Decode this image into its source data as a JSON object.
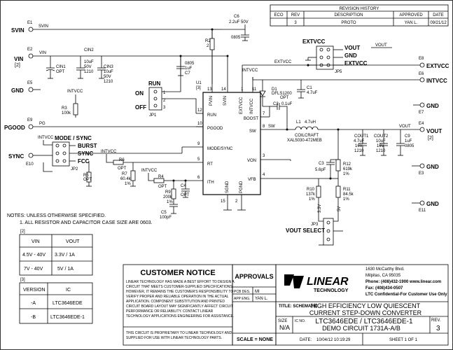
{
  "revision": {
    "title": "REVISION HISTORY",
    "headers": [
      "ECO",
      "REV",
      "DESCRIPTION",
      "APPROVED",
      "DATE"
    ],
    "row": [
      "",
      "3",
      "PROTO",
      "YAN L.",
      "09/21/12"
    ]
  },
  "ports": {
    "svin": "SVIN",
    "vin": "VIN",
    "vin_note": "[2]",
    "gnd_left": "GND",
    "pgood": "PGOOD",
    "sync": "SYNC",
    "extvcc": "EXTVCC",
    "intvcc": "INTVCC",
    "gnd_right1": "GND",
    "vout": "VOUT",
    "vout_note": "[2]",
    "gnd_right2": "GND",
    "gnd_right3": "GND"
  },
  "terminals": {
    "e1": "E1",
    "e2": "E2",
    "e5": "E5",
    "e9": "E9",
    "e10": "E10",
    "e8": "E8",
    "e6": "E6",
    "e7": "E7",
    "e4": "E4",
    "e3": "E3",
    "e11": "E11"
  },
  "nets": {
    "svin": "SVIN",
    "vin": "VIN",
    "pg": "PG",
    "intvcc": "INTVCC",
    "extvcc": "EXTVCC",
    "sw": "SW",
    "vout": "VOUT"
  },
  "parts": {
    "cin1": [
      "CIN1",
      "OPT"
    ],
    "cin2": [
      "CIN2",
      "10uF",
      "50V",
      "1210"
    ],
    "cin3": [
      "CIN3",
      "10uF",
      "50V",
      "1210"
    ],
    "r2": [
      "R2",
      "2"
    ],
    "c6": [
      "C6",
      "2.2uF",
      "50V",
      "0805"
    ],
    "c7": [
      "0805",
      "1uF",
      "C7"
    ],
    "r3": [
      "R3",
      "100k"
    ],
    "run": "RUN",
    "on": "ON",
    "off": "OFF",
    "jp1": "JP1",
    "u1": [
      "U1",
      "[3]"
    ],
    "ic_pins": {
      "svin": "SVIN",
      "pvin": "PVIN",
      "intvcc": "INTVCC",
      "extvcc": "EXTVCC",
      "run": "RUN",
      "pgood": "PGOOD",
      "modesync": "MODE/SYNC",
      "rt": "RT",
      "ith": "ITH",
      "boost": "BOOST",
      "sw": "SW",
      "von": "VON",
      "vfb": "VFB",
      "sgnd": "SGND",
      "pgnd": "PGND"
    },
    "ic_pin_numbers": [
      "13",
      "14",
      "1",
      "11",
      "12",
      "10",
      "9",
      "5",
      "6",
      "7",
      "8",
      "3",
      "4",
      "15",
      "2"
    ],
    "mode_sync": "MODE / SYNC",
    "burst": "BURST",
    "sync_opt": "SYNC",
    "fcc": "FCC",
    "jp2": "JP2",
    "r5": [
      "R5",
      "OPT"
    ],
    "r6": [
      "R6",
      "OPT"
    ],
    "r7": [
      "R7",
      "60.4k",
      "1%"
    ],
    "r4": [
      "R4",
      "OPT"
    ],
    "r9": [
      "R9",
      "200k",
      "1%"
    ],
    "c4": [
      "C4",
      "OPT"
    ],
    "c5": [
      "C5",
      "100pF"
    ],
    "extvcc_hdr": "EXTVCC",
    "jp5_labels": [
      "VOUT",
      "GND",
      "EXTVCC",
      "JP5"
    ],
    "d1": [
      "D1",
      "DFLS1200",
      "OPT"
    ],
    "c1": [
      "C1",
      "4.7uF"
    ],
    "c2": [
      "C2",
      "0.1uF"
    ],
    "l1": [
      "L1",
      "4.7uH",
      "COILCRAFT",
      "XAL5030-472MEB"
    ],
    "cout1": [
      "COUT1",
      "4.7uF",
      "16V",
      "1210"
    ],
    "cout2": [
      "COUT2",
      "10uF",
      "16V",
      "1210"
    ],
    "c9": [
      "C9",
      "1uF",
      "0805"
    ],
    "c3": [
      "C3",
      "5.6pF"
    ],
    "r12": [
      "R12",
      "619k",
      "1%"
    ],
    "r10": [
      "R10",
      "137k",
      "1%"
    ],
    "r11": [
      "R11",
      "84.5k",
      "1%"
    ],
    "v33": "3.3V",
    "v5": "5V",
    "jp3": "JP3",
    "vout_select": "VOUT SELECT"
  },
  "notes": {
    "line1": "NOTES: UNLESS OTHERWISE SPECIFIED.",
    "line2": "1. ALL RESISTOR AND CAPACITOR CASE SIZE ARE 0603."
  },
  "table2": {
    "tag": "[2]",
    "headers": [
      "VIN",
      "VOUT"
    ],
    "rows": [
      [
        "4.5V - 40V",
        "3.3V / 1A"
      ],
      [
        "7V - 40V",
        "5V / 1A"
      ]
    ]
  },
  "table3": {
    "tag": "[3]",
    "headers": [
      "VERSION",
      "IC"
    ],
    "rows": [
      [
        "-A",
        "LTC3646EDE"
      ],
      [
        "-B",
        "LTC3646EDE-1"
      ]
    ]
  },
  "notice": {
    "title": "CUSTOMER NOTICE",
    "body": [
      "LINEAR TECHNOLOGY HAS MADE A BEST EFFORT TO DESIGN A",
      "CIRCUIT THAT MEETS CUSTOMER-SUPPLIED SPECIFICATIONS;",
      "HOWEVER, IT REMAINS THE CUSTOMER'S RESPONSIBILITY TO",
      "VERIFY PROPER AND RELIABLE OPERATION IN THE ACTUAL",
      "APPLICATION. COMPONENT SUBSTITUTION AND PRINTED",
      "CIRCUIT BOARD LAYOUT MAY SIGNIFICANTLY AFFECT CIRCUIT",
      "PERFORMANCE OR RELIABILITY. CONTACT LINEAR",
      "TECHNOLOGY APPLICATIONS ENGINEERING FOR ASSISTANCE."
    ],
    "footer": [
      "THIS CIRCUIT IS PROPRIETARY TO LINEAR TECHNOLOGY AND",
      "SUPPLIED FOR USE WITH LINEAR TECHNOLOGY PARTS."
    ]
  },
  "approvals": {
    "title": "APPROVALS",
    "pcb_label": "PCB DES.",
    "pcb_value": "MI",
    "app_label": "APP ENG.",
    "app_value": "YAN L.",
    "scale": "SCALE = NONE"
  },
  "logo": {
    "brand": "LINEAR",
    "sub": "TECHNOLOGY"
  },
  "company": {
    "addr1": "1630 McCarthy Blvd.",
    "addr2": "Milpitas, CA 95035",
    "phone": "Phone: (408)432-1900  www.linear.com",
    "fax": "Fax: (408)434-0507",
    "conf": "LTC Confidential-For Customer Use Only"
  },
  "titleblock": {
    "title_label": "TITLE: SCHEMATIC",
    "title1": "HIGH EFFICIENCY LOW QUIESCENT",
    "title2": "CURRENT STEP-DOWN CONVERTER",
    "size_label": "SIZE",
    "size": "N/A",
    "ic_label": "IC NO.",
    "ic_no": "LTC3646EDE / LTC3646EDE-1",
    "demo": "DEMO CIRCUIT 1731A-A/B",
    "rev_label": "REV.",
    "rev": "3",
    "date_label": "DATE:",
    "date": "10/04/12 10:19:29",
    "sheet": "SHEET   1   OF   1"
  }
}
